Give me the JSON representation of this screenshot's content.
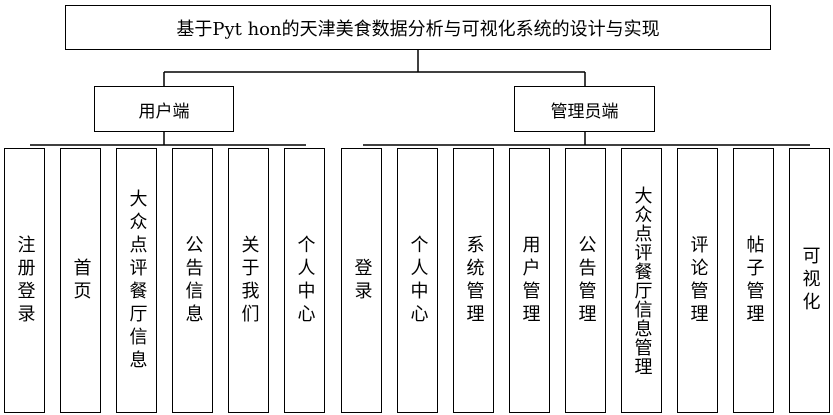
{
  "title": "基于Pyt hon的天津美食数据分析与可视化系统的设计与实现",
  "user_side": {
    "label": "用户端",
    "items": [
      "注册登录",
      "首页",
      "大众点评餐厅信息",
      "公告信息",
      "关于我们",
      "个人中心"
    ]
  },
  "admin_side": {
    "label": "管理员端",
    "items": [
      "登录",
      "个人中心",
      "系统管理",
      "用户管理",
      "公告管理",
      "大众点评餐厅信息管理",
      "评论管理",
      "帖子管理",
      "可视化"
    ]
  }
}
